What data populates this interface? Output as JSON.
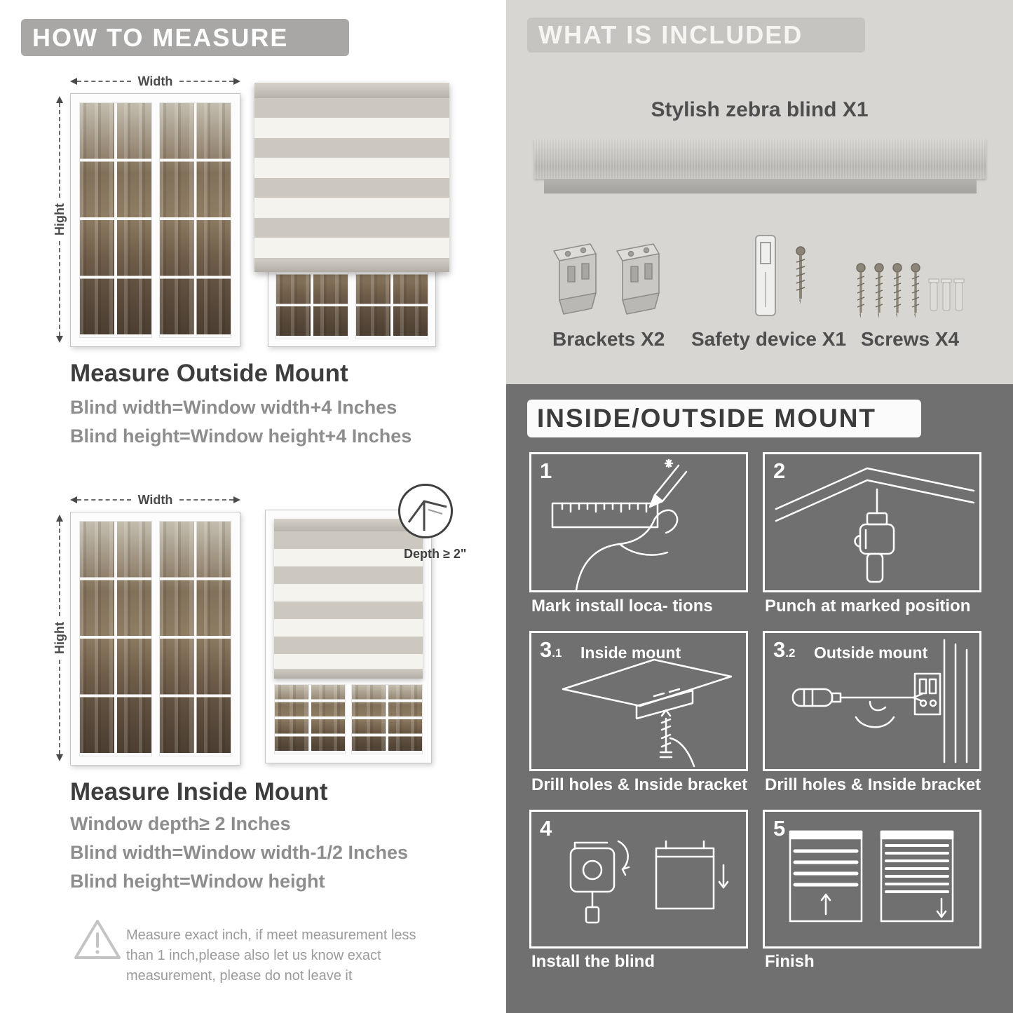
{
  "left": {
    "header": "HOW TO MEASURE",
    "outside": {
      "width_label": "Width",
      "height_label": "Hight",
      "title": "Measure Outside Mount",
      "line1": "Blind width=Window width+4 Inches",
      "line2": "Blind height=Window height+4 Inches"
    },
    "inside": {
      "width_label": "Width",
      "height_label": "Hight",
      "depth_label": "Depth ≥ 2\"",
      "title": "Measure Inside Mount",
      "line1": "Window depth≥ 2 Inches",
      "line2": "Blind width=Window width-1/2 Inches",
      "line3": "Blind height=Window height"
    },
    "warning": {
      "icon": "warning-triangle-icon",
      "text": "Measure exact inch, if meet measurement less than 1 inch,please also let us know exact measurement, please do not leave it"
    }
  },
  "right": {
    "included": {
      "header": "WHAT IS INCLUDED",
      "blind_label": "Stylish zebra blind X1",
      "items": [
        {
          "icon": "bracket-icon",
          "label": "Brackets X2"
        },
        {
          "icon": "safety-device-icon",
          "label": "Safety device X1"
        },
        {
          "icon": "screws-icon",
          "label": "Screws X4"
        }
      ]
    },
    "mount": {
      "header": "INSIDE/OUTSIDE MOUNT",
      "steps": [
        {
          "num": "1",
          "sub": "",
          "label": "",
          "caption": "Mark install loca- tions"
        },
        {
          "num": "2",
          "sub": "",
          "label": "",
          "caption": "Punch at  marked position"
        },
        {
          "num": "3",
          "sub": ".1",
          "label": "Inside mount",
          "caption": "Drill holes &  Inside bracket"
        },
        {
          "num": "3",
          "sub": ".2",
          "label": "Outside mount",
          "caption": "Drill holes &  Inside bracket"
        },
        {
          "num": "4",
          "sub": "",
          "label": "",
          "caption": "Install the blind"
        },
        {
          "num": "5",
          "sub": "",
          "label": "",
          "caption": "Finish"
        }
      ]
    }
  },
  "colors": {
    "left_banner_gray": "#a8a7a5",
    "included_panel_bg": "#d7d6d3",
    "included_banner_bg": "#c5c4c1",
    "mount_panel_bg": "#717070",
    "title_dark": "#3d3d3d",
    "subtitle_gray": "#8d8d8d",
    "blind_stripe_gray": "#ccc8bf",
    "blind_stripe_light": "#f5f3ee"
  }
}
